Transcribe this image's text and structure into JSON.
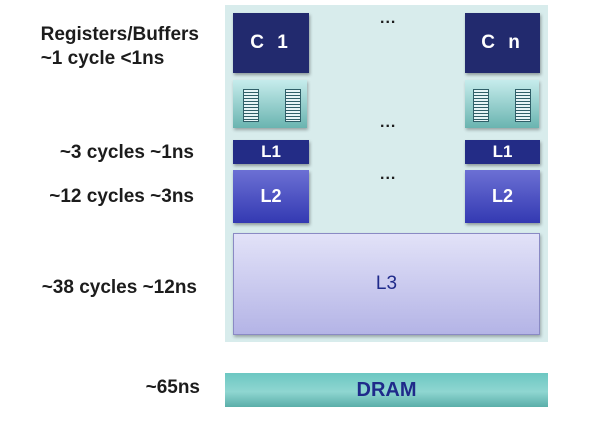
{
  "labels": {
    "registers_title": "Registers/Buffers",
    "registers_latency": "~1 cycle <1ns",
    "l1_latency": "~3 cycles ~1ns",
    "l2_latency": "~12 cycles ~3ns",
    "l3_latency": "~38 cycles ~12ns",
    "dram_latency": "~65ns"
  },
  "cores": {
    "first": {
      "name": "C 1",
      "l1": "L1",
      "l2": "L2"
    },
    "last": {
      "name": "C n",
      "l1": "L1",
      "l2": "L2"
    }
  },
  "ellipsis": "...",
  "shared": {
    "l3": "L3",
    "dram": "DRAM"
  },
  "colors": {
    "core": "#222a6e",
    "l1": "#232c86",
    "l2": "#3d43b8",
    "l3": "#c8c8ee",
    "dram": "#74cbc6",
    "panel": "#d8ecec"
  }
}
